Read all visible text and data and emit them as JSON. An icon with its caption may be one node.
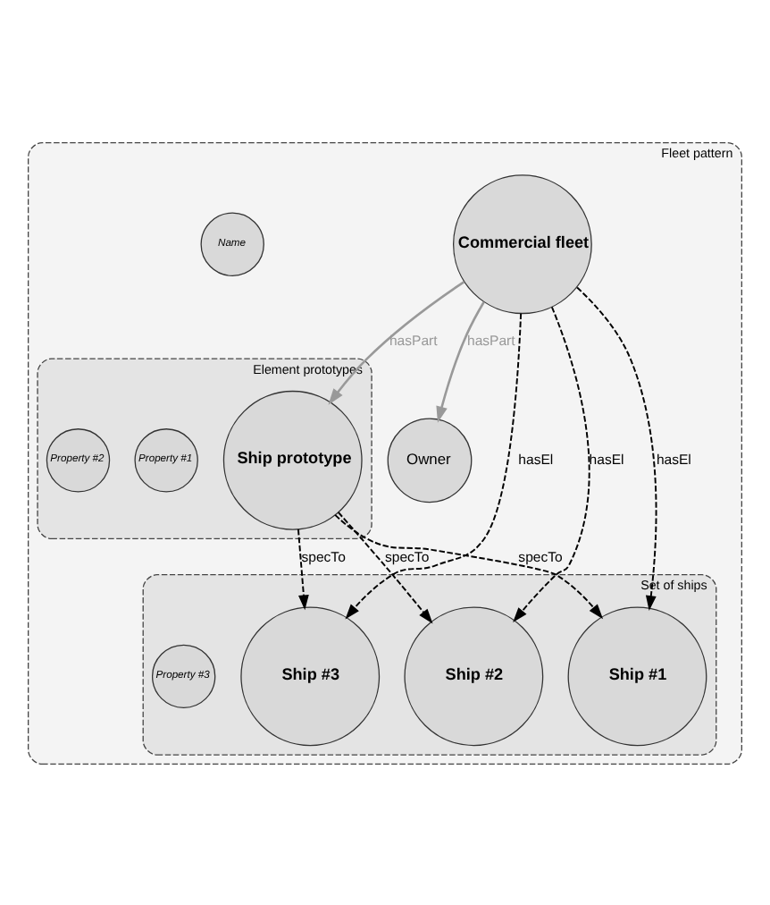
{
  "diagram": {
    "nodes": [
      {
        "text": [
          "Fleet pattern"
        ]
      },
      {
        "text": [
          "Element prototypes"
        ],
        "in": 0
      },
      {
        "text": [
          "Ship prototype"
        ],
        "in": 1
      },
      {
        "text": [
          "Property #1"
        ],
        "in": 1
      },
      {
        "text": [
          "Property #2"
        ],
        "in": 1
      },
      {
        "text": [
          "Commercial fleet"
        ],
        "in": 0
      },
      {
        "text": [
          "Owner"
        ],
        "in": 0
      },
      {
        "text": [
          "Name"
        ],
        "in": 0
      },
      {
        "text": [
          "Set of ships"
        ],
        "in": 0
      },
      {
        "text": [
          "Ship #1"
        ],
        "in": 8
      },
      {
        "text": [
          "Ship #3"
        ],
        "in": 8
      },
      {
        "text": [
          "Ship #2"
        ],
        "in": 8
      },
      {
        "text": [
          "Property #3"
        ],
        "in": 8
      }
    ],
    "edges": [
      {
        "from": 5,
        "to": 2,
        "arrow": "to",
        "label": "hasPart",
        "color": "#999999"
      },
      {
        "from": 5,
        "to": 6,
        "arrow": "to",
        "label": "hasPart",
        "color": "#999999"
      },
      {
        "from": 5,
        "to": 10,
        "arrow": "to",
        "label": "hasEl",
        "style": "dashed"
      },
      {
        "from": 5,
        "to": 9,
        "arrow": "to",
        "label": "hasEl",
        "style": "dashed"
      },
      {
        "from": 5,
        "to": 11,
        "arrow": "to",
        "label": "hasEl",
        "style": "dashed"
      },
      {
        "from": 2,
        "to": 9,
        "arrow": "to",
        "label": "specTo",
        "style": "dashed"
      },
      {
        "from": 2,
        "to": 11,
        "arrow": "to",
        "label": "specTo",
        "style": "dashed"
      },
      {
        "from": 2,
        "to": 10,
        "arrow": "to",
        "label": "specTo",
        "style": "dashed"
      }
    ]
  }
}
